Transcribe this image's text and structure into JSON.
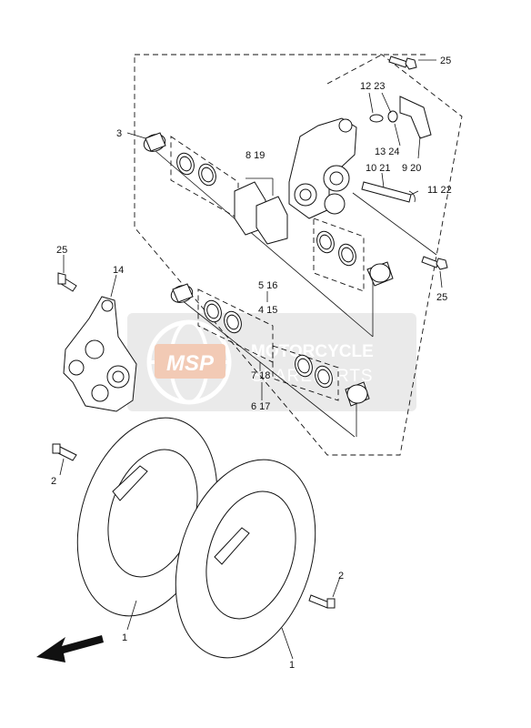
{
  "diagram": {
    "callouts": {
      "c25_top": "25",
      "c12_23": "12 23",
      "c3": "3",
      "c8_19": "8 19",
      "c13_24": "13 24",
      "c9_20": "9 20",
      "c10_21": "10 21",
      "c11_22": "11 22",
      "c25_left": "25",
      "c25_right": "25",
      "c14": "14",
      "c5_16": "5 16",
      "c4_15": "4 15",
      "c7_18": "7 18",
      "c6_17": "6 17",
      "c2_left": "2",
      "c2_right": "2",
      "c1_left": "1",
      "c1_right": "1"
    }
  },
  "watermark": {
    "logo": "MSP",
    "line1": "MOTORCYCLE",
    "line2": "SPAREPARTS"
  },
  "colors": {
    "line": "#111111",
    "watermark_band": "#d9d9d9",
    "watermark_logo": "#e8a07a"
  }
}
